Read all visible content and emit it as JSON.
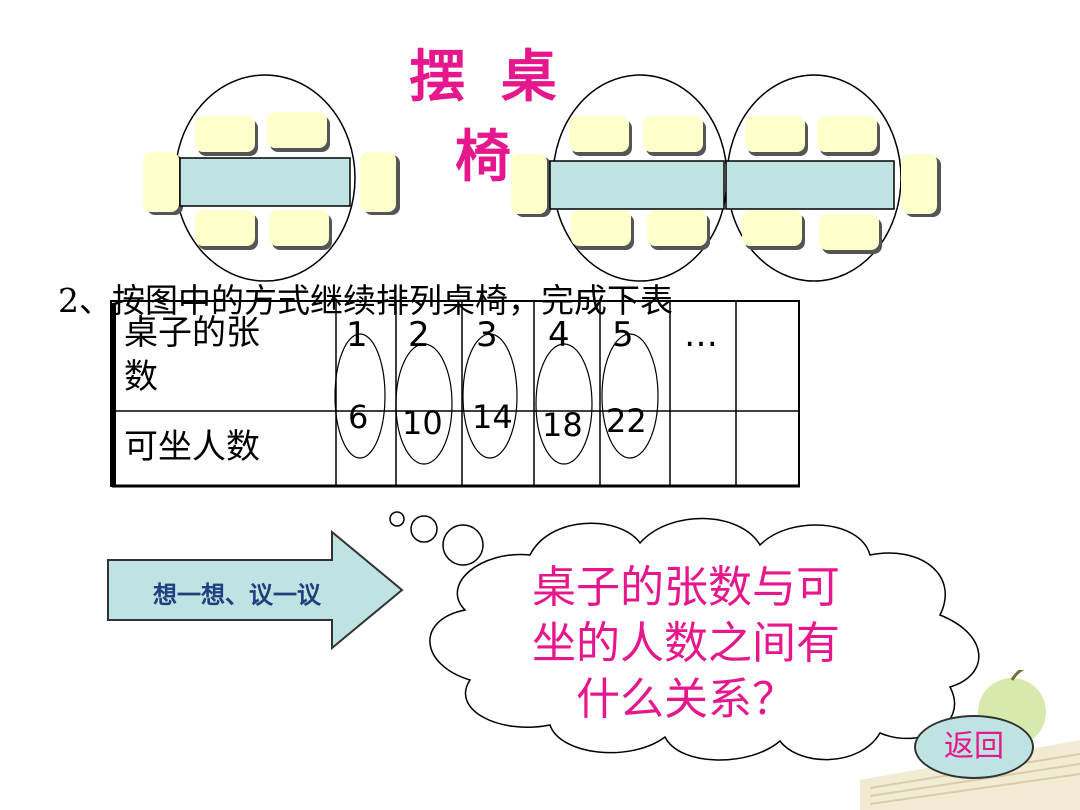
{
  "title": "摆 桌 椅",
  "question": "2、按图中的方式继续排列桌椅，完成下表",
  "table": {
    "row1_label": "桌子的张数",
    "row1_label_a": "桌子的张",
    "row1_label_b": "数",
    "row2_label": "可坐人数",
    "tables": [
      "1",
      "2",
      "3",
      "4",
      "5",
      "…"
    ],
    "people": [
      "6",
      "10",
      "14",
      "18",
      "22"
    ]
  },
  "arrow_label": "想一想、议一议",
  "cloud_lines": [
    "桌子的张数与可",
    "坐的人数之间有",
    "什么关系？"
  ],
  "return_label": "返回",
  "colors": {
    "title": "#e6178c",
    "table_desk": "#bfe3e3",
    "chair": "#ffffcc",
    "chair_shadow": "#555555",
    "teal_numbers": "#1a9a9a",
    "arrow_fill": "#bfe3e3"
  }
}
